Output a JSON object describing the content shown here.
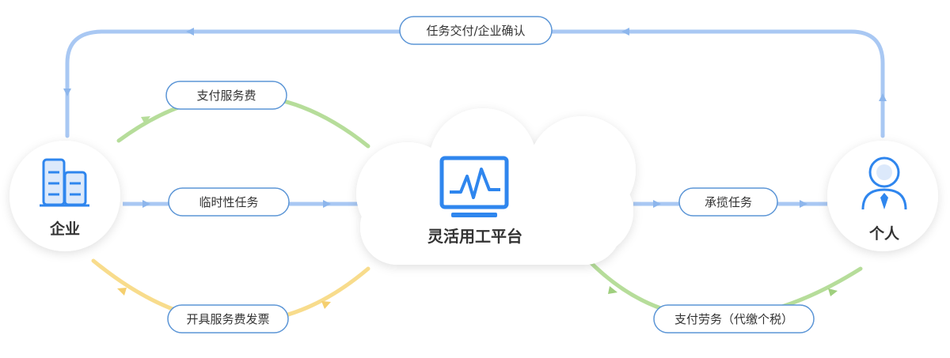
{
  "nodes": {
    "enterprise": {
      "label": "企业"
    },
    "platform": {
      "label": "灵活用工平台"
    },
    "individual": {
      "label": "个人"
    }
  },
  "flows": {
    "task_delivery": "任务交付/企业确认",
    "pay_service_fee": "支付服务费",
    "temporary_task": "临时性任务",
    "issue_invoice": "开具服务费发票",
    "undertake_task": "承揽任务",
    "pay_labor": "支付劳务（代缴个税）"
  },
  "colors": {
    "blue_line": "#a9c8f3",
    "green_line": "#b6dd9a",
    "yellow_line": "#f8dc8c",
    "accent_blue": "#2f86ee",
    "pill_border": "#5b95d6"
  }
}
